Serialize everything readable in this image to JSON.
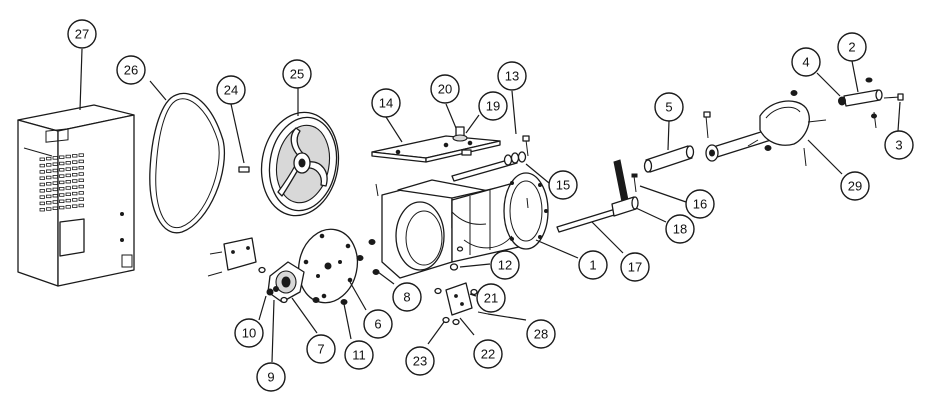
{
  "callouts": [
    {
      "id": "c27",
      "label": "27"
    },
    {
      "id": "c26",
      "label": "26"
    },
    {
      "id": "c24",
      "label": "24"
    },
    {
      "id": "c25",
      "label": "25"
    },
    {
      "id": "c14",
      "label": "14"
    },
    {
      "id": "c20",
      "label": "20"
    },
    {
      "id": "c19",
      "label": "19"
    },
    {
      "id": "c13",
      "label": "13"
    },
    {
      "id": "c15",
      "label": "15"
    },
    {
      "id": "c5",
      "label": "5"
    },
    {
      "id": "c4",
      "label": "4"
    },
    {
      "id": "c2",
      "label": "2"
    },
    {
      "id": "c3",
      "label": "3"
    },
    {
      "id": "c29",
      "label": "29"
    },
    {
      "id": "c16",
      "label": "16"
    },
    {
      "id": "c18",
      "label": "18"
    },
    {
      "id": "c17",
      "label": "17"
    },
    {
      "id": "c1",
      "label": "1"
    },
    {
      "id": "c12",
      "label": "12"
    },
    {
      "id": "c8",
      "label": "8"
    },
    {
      "id": "c6",
      "label": "6"
    },
    {
      "id": "c21",
      "label": "21"
    },
    {
      "id": "c28",
      "label": "28"
    },
    {
      "id": "c22",
      "label": "22"
    },
    {
      "id": "c23",
      "label": "23"
    },
    {
      "id": "c11",
      "label": "11"
    },
    {
      "id": "c7",
      "label": "7"
    },
    {
      "id": "c10",
      "label": "10"
    },
    {
      "id": "c9",
      "label": "9"
    }
  ]
}
